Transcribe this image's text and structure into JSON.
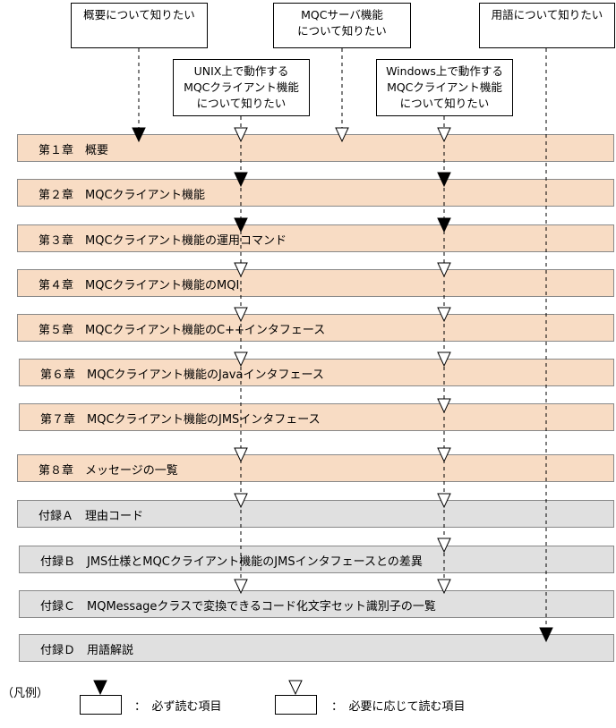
{
  "top_boxes": [
    {
      "id": "overview",
      "text": "概要について知りたい"
    },
    {
      "id": "server",
      "text": "MQCサーバ機能\nについて知りたい"
    },
    {
      "id": "terms",
      "text": "用語について知りたい"
    },
    {
      "id": "unix",
      "text": "UNIX上で動作する\nMQCクライアント機能\nについて知りたい"
    },
    {
      "id": "windows",
      "text": "Windows上で動作する\nMQCクライアント機能\nについて知りたい"
    }
  ],
  "chapters": [
    {
      "label": "第１章　概要",
      "color": "orange"
    },
    {
      "label": "第２章　MQCクライアント機能",
      "color": "orange"
    },
    {
      "label": "第３章　MQCクライアント機能の運用コマンド",
      "color": "orange"
    },
    {
      "label": "第４章　MQCクライアント機能のMQI",
      "color": "orange"
    },
    {
      "label": "第５章　MQCクライアント機能のC++インタフェース",
      "color": "orange"
    },
    {
      "label": "第６章　MQCクライアント機能のJavaインタフェース",
      "color": "orange"
    },
    {
      "label": "第７章　MQCクライアント機能のJMSインタフェース",
      "color": "orange"
    },
    {
      "label": "第８章　メッセージの一覧",
      "color": "orange"
    },
    {
      "label": "付録Ａ　理由コード",
      "color": "gray"
    },
    {
      "label": "付録Ｂ　JMS仕様とMQCクライアント機能のJMSインタフェースとの差異",
      "color": "gray"
    },
    {
      "label": "付録Ｃ　MQMessageクラスで変換できるコード化文字セット識別子の一覧",
      "color": "gray"
    },
    {
      "label": "付録Ｄ　用語解説",
      "color": "gray"
    }
  ],
  "legend": {
    "title": "（凡例）",
    "required": "：　必ず読む項目",
    "optional": "：　必要に応じて読む項目"
  },
  "colors": {
    "chapter_fill": "#f8dcc4",
    "appendix_fill": "#e0e0e0"
  }
}
